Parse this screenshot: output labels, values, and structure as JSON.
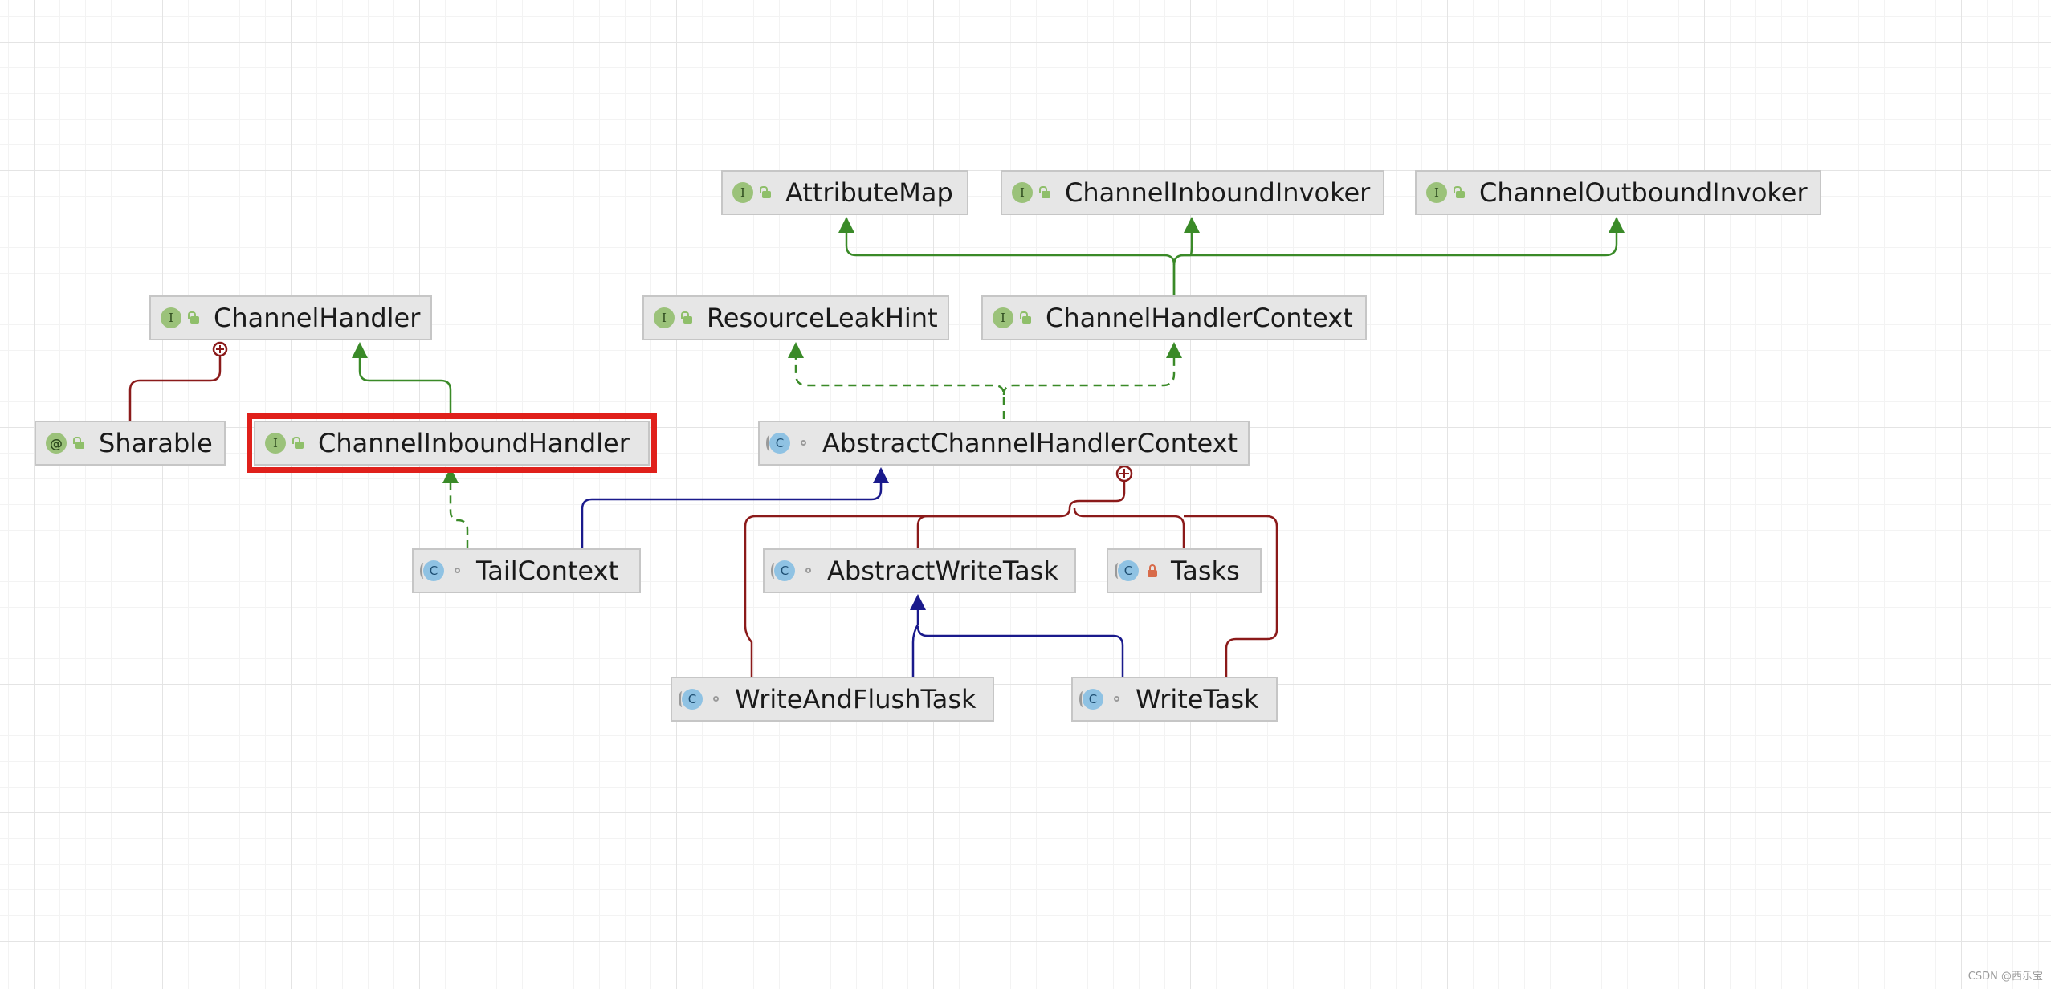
{
  "nodes": [
    {
      "id": "AttributeMap",
      "label": "AttributeMap",
      "kind": "interface",
      "kind_letter": "I",
      "visibility": "public"
    },
    {
      "id": "ChannelInboundInvoker",
      "label": "ChannelInboundInvoker",
      "kind": "interface",
      "kind_letter": "I",
      "visibility": "public"
    },
    {
      "id": "ChannelOutboundInvoker",
      "label": "ChannelOutboundInvoker",
      "kind": "interface",
      "kind_letter": "I",
      "visibility": "public"
    },
    {
      "id": "ChannelHandler",
      "label": "ChannelHandler",
      "kind": "interface",
      "kind_letter": "I",
      "visibility": "public"
    },
    {
      "id": "ResourceLeakHint",
      "label": "ResourceLeakHint",
      "kind": "interface",
      "kind_letter": "I",
      "visibility": "public"
    },
    {
      "id": "ChannelHandlerContext",
      "label": "ChannelHandlerContext",
      "kind": "interface",
      "kind_letter": "I",
      "visibility": "public"
    },
    {
      "id": "Sharable",
      "label": "Sharable",
      "kind": "annotation",
      "kind_letter": "@",
      "visibility": "public"
    },
    {
      "id": "ChannelInboundHandler",
      "label": "ChannelInboundHandler",
      "kind": "interface",
      "kind_letter": "I",
      "visibility": "public",
      "selected": true
    },
    {
      "id": "AbstractChannelHandlerContext",
      "label": "AbstractChannelHandlerContext",
      "kind": "abstract",
      "kind_letter": "C",
      "visibility": "package"
    },
    {
      "id": "TailContext",
      "label": "TailContext",
      "kind": "abstract",
      "kind_letter": "C",
      "visibility": "package"
    },
    {
      "id": "AbstractWriteTask",
      "label": "AbstractWriteTask",
      "kind": "abstract",
      "kind_letter": "C",
      "visibility": "package"
    },
    {
      "id": "Tasks",
      "label": "Tasks",
      "kind": "abstract",
      "kind_letter": "C",
      "visibility": "private"
    },
    {
      "id": "WriteAndFlushTask",
      "label": "WriteAndFlushTask",
      "kind": "abstract",
      "kind_letter": "C",
      "visibility": "package"
    },
    {
      "id": "WriteTask",
      "label": "WriteTask",
      "kind": "abstract",
      "kind_letter": "C",
      "visibility": "package"
    }
  ],
  "edges": [
    {
      "from": "ChannelHandlerContext",
      "to": "AttributeMap",
      "type": "extends-interface"
    },
    {
      "from": "ChannelHandlerContext",
      "to": "ChannelInboundInvoker",
      "type": "extends-interface"
    },
    {
      "from": "ChannelHandlerContext",
      "to": "ChannelOutboundInvoker",
      "type": "extends-interface"
    },
    {
      "from": "ChannelInboundHandler",
      "to": "ChannelHandler",
      "type": "extends-interface"
    },
    {
      "from": "Sharable",
      "to": "ChannelHandler",
      "type": "inner-class"
    },
    {
      "from": "AbstractChannelHandlerContext",
      "to": "ResourceLeakHint",
      "type": "implements"
    },
    {
      "from": "AbstractChannelHandlerContext",
      "to": "ChannelHandlerContext",
      "type": "implements"
    },
    {
      "from": "TailContext",
      "to": "ChannelInboundHandler",
      "type": "implements"
    },
    {
      "from": "TailContext",
      "to": "AbstractChannelHandlerContext",
      "type": "extends-class"
    },
    {
      "from": "AbstractWriteTask",
      "to": "AbstractChannelHandlerContext",
      "type": "inner-class"
    },
    {
      "from": "Tasks",
      "to": "AbstractChannelHandlerContext",
      "type": "inner-class"
    },
    {
      "from": "WriteAndFlushTask",
      "to": "AbstractChannelHandlerContext",
      "type": "inner-class"
    },
    {
      "from": "WriteTask",
      "to": "AbstractChannelHandlerContext",
      "type": "inner-class"
    },
    {
      "from": "WriteAndFlushTask",
      "to": "AbstractWriteTask",
      "type": "extends-class"
    },
    {
      "from": "WriteTask",
      "to": "AbstractWriteTask",
      "type": "extends-class"
    }
  ],
  "colors": {
    "interface_edge": "#3a8a28",
    "class_edge": "#1a1a8c",
    "inner_edge": "#8b1a1a",
    "selection": "#e0201b"
  },
  "watermark": "CSDN @西乐宝"
}
